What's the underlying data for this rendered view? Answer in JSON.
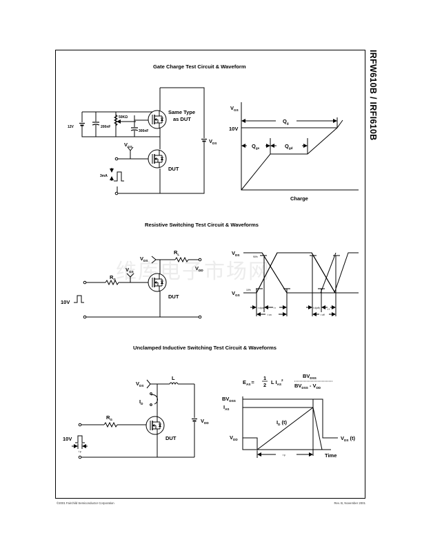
{
  "document": {
    "part_title": "IRFW610B / IRFI610B",
    "footer_left": "©2001 Fairchild Semiconductor Corporation",
    "footer_right": "Rev. B, November 2001",
    "watermark": "维库电子市场网"
  },
  "gate_charge": {
    "title": "Gate Charge Test Circuit & Waveform",
    "circuit": {
      "battery_label": "12V",
      "cap1_label": "200nF",
      "pot_label": "50KΩ",
      "cap2_label": "300nF",
      "upper_fet_label_1": "Same Type",
      "upper_fet_label_2": "as DUT",
      "vgs_label": "V",
      "vgs_sub": "GS",
      "vds_label": "V",
      "vds_sub": "DS",
      "current_label": "3mA",
      "dut_label": "DUT"
    },
    "waveform": {
      "y_label": "V",
      "y_sub": "GS",
      "level_label": "10V",
      "qg": "Q",
      "qg_sub": "g",
      "qgs": "Q",
      "qgs_sub": "gs",
      "qgd": "Q",
      "qgd_sub": "gd",
      "x_label": "Charge"
    }
  },
  "resistive": {
    "title": "Resistive Switching Test Circuit & Waveforms",
    "circuit": {
      "vds_label": "V",
      "vds_sub": "DS",
      "rl_label": "R",
      "rl_sub": "L",
      "vdd_label": "V",
      "vdd_sub": "DD",
      "vgs_label": "V",
      "vgs_sub": "GS",
      "rg_label": "R",
      "rg_sub": "G",
      "pulse_label": "10V",
      "dut_label": "DUT"
    },
    "waveform": {
      "vds_label": "V",
      "vds_sub": "DS",
      "vgs_label": "V",
      "vgs_sub": "GS",
      "pct90": "90%",
      "pct10": "10%",
      "td_on": "t d(on)",
      "tr": "t r",
      "t_on": "t on",
      "td_off": "t d(off)",
      "tf": "t f",
      "t_off": "t off"
    }
  },
  "uis": {
    "title": "Unclamped Inductive Switching Test Circuit & Waveforms",
    "circuit": {
      "vds_label": "V",
      "vds_sub": "DS",
      "l_label": "L",
      "id_label": "I",
      "id_sub": "D",
      "rg_label": "R",
      "rg_sub": "G",
      "vdd_label": "V",
      "vdd_sub": "DD",
      "pulse_label": "10V",
      "tp_label": "t p",
      "dut_label": "DUT"
    },
    "equation": {
      "lhs": "E",
      "lhs_sub": "AS",
      "eq": "=",
      "frac_num": "1",
      "frac_den": "2",
      "term": "L I",
      "term_sub": "AS",
      "term_sup": "2",
      "num": "BV",
      "num_sub": "DSS",
      "den_a": "BV",
      "den_a_sub": "DSS",
      "den_minus": "- V",
      "den_b_sub": "DD"
    },
    "waveform": {
      "bvdss": "BV",
      "bvdss_sub": "DSS",
      "ias": "I",
      "ias_sub": "AS",
      "vdd": "V",
      "vdd_sub": "DD",
      "id_t": "I",
      "id_t_sub": "D",
      "id_t_tail": " (t)",
      "vds_t": "V",
      "vds_t_sub": "DS",
      "vds_t_tail": " (t)",
      "tp": "t p",
      "x_label": "Time"
    }
  }
}
